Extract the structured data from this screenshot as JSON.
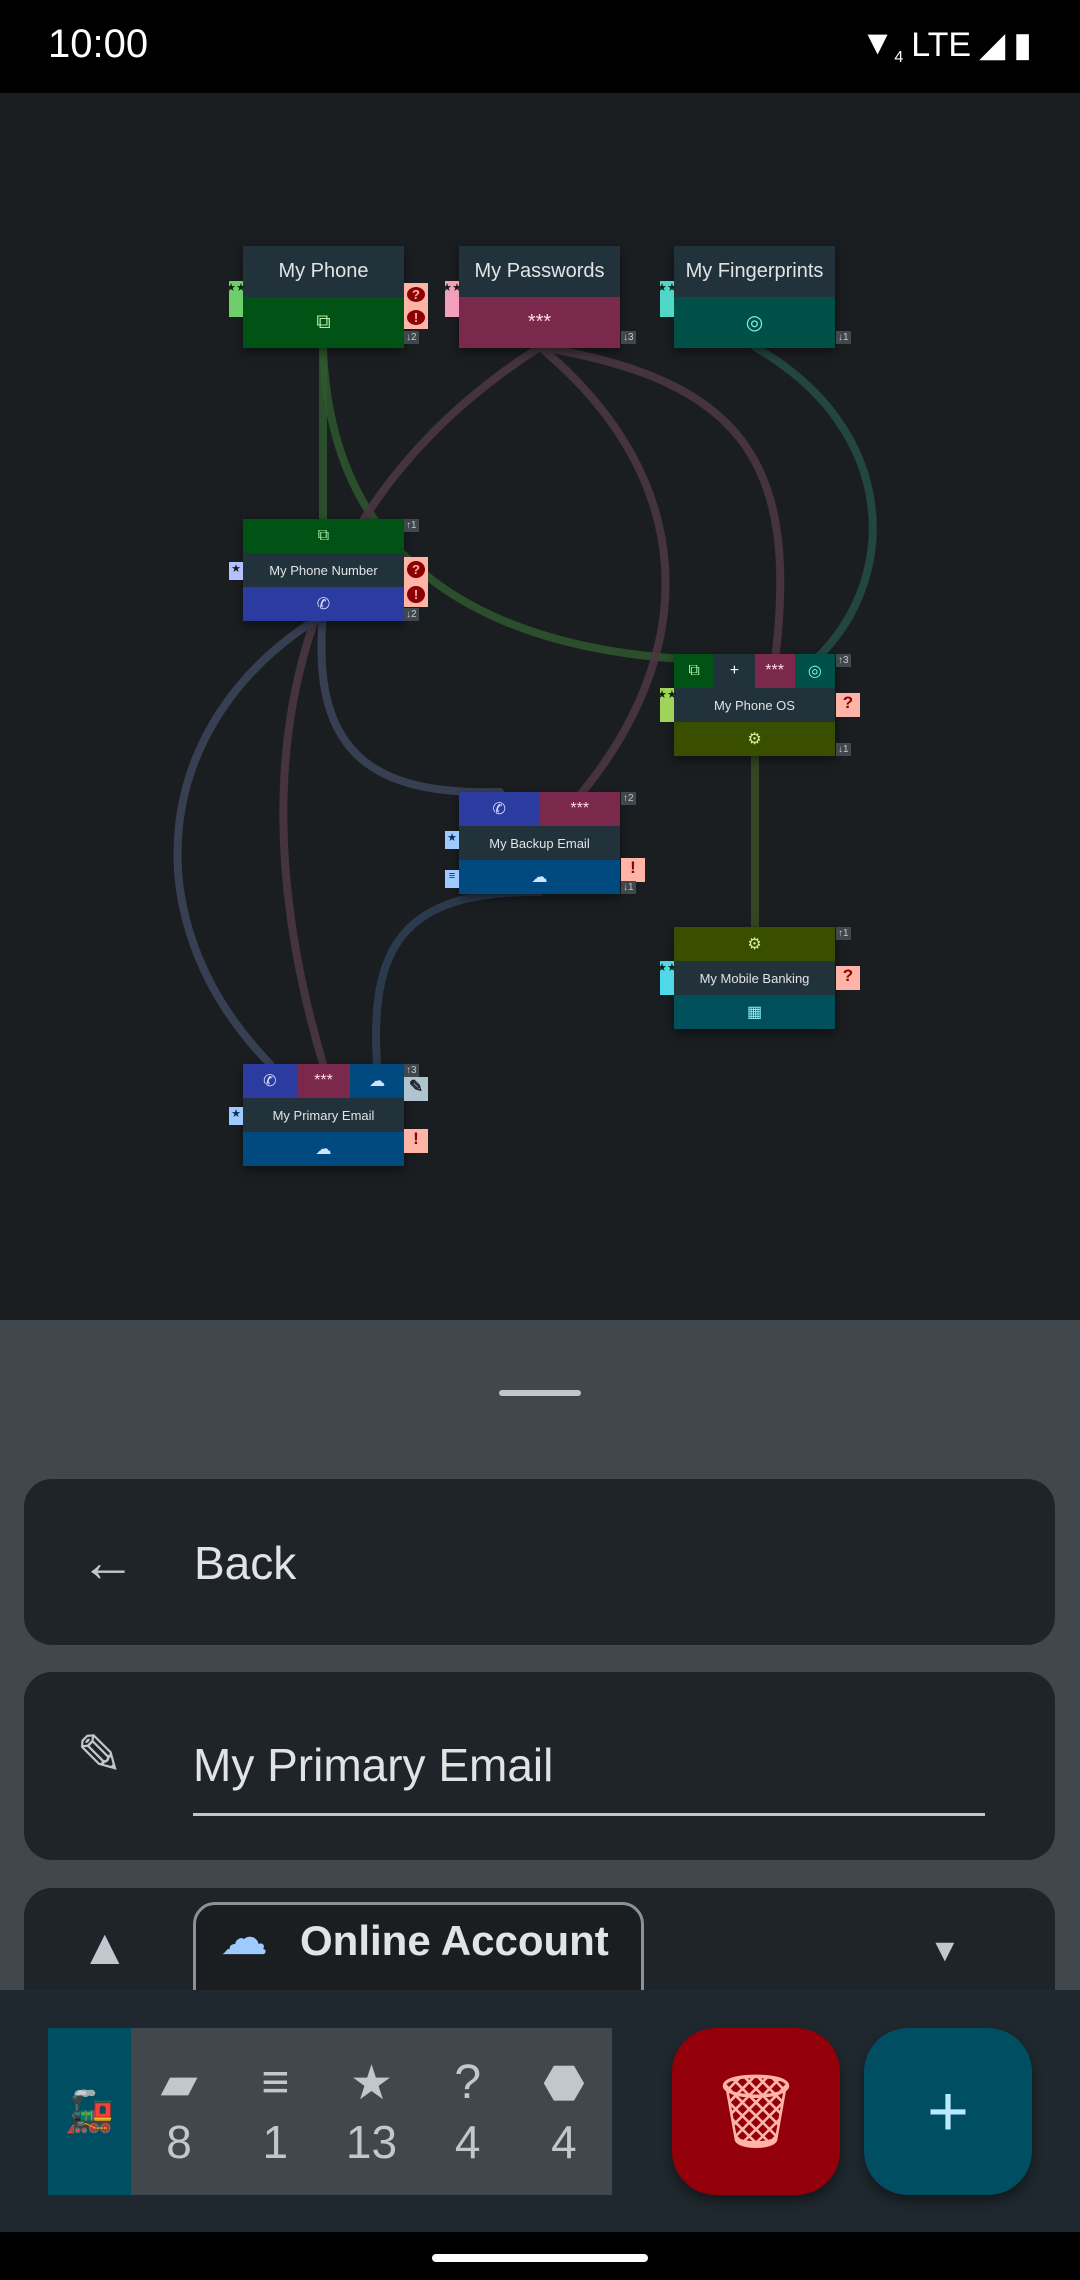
{
  "status": {
    "time": "10:00",
    "network": "LTE",
    "wifi_badge": "4"
  },
  "graph": {
    "nodes": {
      "my_phone": {
        "title": "My Phone",
        "count": "↓2"
      },
      "my_passwords": {
        "title": "My Passwords",
        "count": "↓3"
      },
      "my_fingerprints": {
        "title": "My Fingerprints",
        "count": "↓1"
      },
      "my_phone_number": {
        "title": "My Phone Number",
        "count_in": "↑1",
        "count_out": "↓2"
      },
      "my_phone_os": {
        "title": "My Phone OS",
        "count_in": "↑3",
        "count_out": "↓1"
      },
      "my_backup_email": {
        "title": "My Backup Email",
        "count_in": "↑2",
        "count_out": "↓1"
      },
      "my_mobile_banking": {
        "title": "My Mobile Banking",
        "count_in": "↑1"
      },
      "my_primary_email": {
        "title": "My Primary Email",
        "count_in": "↑3"
      }
    },
    "password_glyph": "***"
  },
  "sheet": {
    "back_label": "Back",
    "name_value": "My Primary Email",
    "type_value": "Online Account"
  },
  "stats": [
    {
      "icon": "cards-icon",
      "value": "8"
    },
    {
      "icon": "notes-icon",
      "value": "1"
    },
    {
      "icon": "star-icon",
      "value": "13"
    },
    {
      "icon": "question-icon",
      "value": "4"
    },
    {
      "icon": "alert-icon",
      "value": "4"
    }
  ],
  "colors": {
    "graph_bg": "#1b1e21",
    "sheet_bg": "#41484d",
    "card_bg": "#1e2429",
    "delete": "#93000a",
    "add": "#004e61"
  }
}
